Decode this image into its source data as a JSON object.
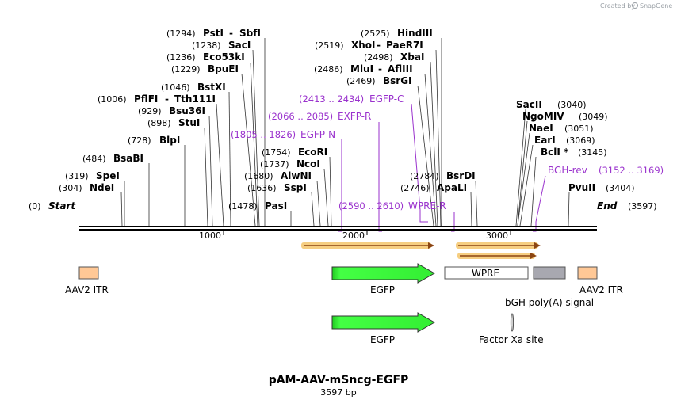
{
  "brand": {
    "prefix": "Created by",
    "name": "SnapGene"
  },
  "map": {
    "title": "pAM-AAV-mSncg-EGFP",
    "length_label": "3597 bp",
    "start": {
      "pos": "(0)",
      "label": "Start"
    },
    "end": {
      "pos": "(3597)",
      "label": "End"
    },
    "ruler": [
      "1000",
      "2000",
      "3000"
    ]
  },
  "sites": [
    {
      "pos": "(1294)",
      "name": "PstI",
      "name2": "SbfI"
    },
    {
      "pos": "(1238)",
      "name": "SacI"
    },
    {
      "pos": "(1236)",
      "name": "Eco53kI"
    },
    {
      "pos": "(1229)",
      "name": "BpuEI"
    },
    {
      "pos": "(1046)",
      "name": "BstXI"
    },
    {
      "pos": "(1006)",
      "name": "PflFI",
      "name2": "Tth111I"
    },
    {
      "pos": "(929)",
      "name": "Bsu36I"
    },
    {
      "pos": "(898)",
      "name": "StuI"
    },
    {
      "pos": "(728)",
      "name": "BlpI"
    },
    {
      "pos": "(484)",
      "name": "BsaBI"
    },
    {
      "pos": "(319)",
      "name": "SpeI"
    },
    {
      "pos": "(304)",
      "name": "NdeI"
    },
    {
      "pos": "(1754)",
      "name": "EcoRI"
    },
    {
      "pos": "(1737)",
      "name": "NcoI"
    },
    {
      "pos": "(1680)",
      "name": "AlwNI"
    },
    {
      "pos": "(1636)",
      "name": "SspI"
    },
    {
      "pos": "(1478)",
      "name": "PasI"
    },
    {
      "pos": "(2525)",
      "name": "HindIII"
    },
    {
      "pos": "(2519)",
      "name": "XhoI",
      "name2": "PaeR7I"
    },
    {
      "pos": "(2498)",
      "name": "XbaI"
    },
    {
      "pos": "(2486)",
      "name": "MluI",
      "name2": "AflIII"
    },
    {
      "pos": "(2469)",
      "name": "BsrGI"
    },
    {
      "pos": "(2784)",
      "name": "BsrDI"
    },
    {
      "pos": "(2746)",
      "name": "ApaLI"
    },
    {
      "pos": "(3040)",
      "name": "SacII"
    },
    {
      "pos": "(3049)",
      "name": "NgoMIV"
    },
    {
      "pos": "(3051)",
      "name": "NaeI"
    },
    {
      "pos": "(3069)",
      "name": "EarI"
    },
    {
      "pos": "(3145)",
      "name": "BclI *"
    },
    {
      "pos": "(3404)",
      "name": "PvuII"
    }
  ],
  "primers": [
    {
      "range": "(2413 .. 2434)",
      "name": "EGFP-C"
    },
    {
      "range": "(2066 .. 2085)",
      "name": "EXFP-R"
    },
    {
      "range": "(1805 .. 1826)",
      "name": "EGFP-N"
    },
    {
      "range": "(2590 .. 2610)",
      "name": "WPRE-R"
    },
    {
      "range": "(3152 .. 3169)",
      "name": "BGH-rev"
    }
  ],
  "features": [
    {
      "name": "AAV2 ITR",
      "color": "#ffc896"
    },
    {
      "name": "EGFP",
      "color": "#33ee33"
    },
    {
      "name": "WPRE",
      "color": "#ffffff"
    },
    {
      "name": "bGH poly(A) signal",
      "color": "#a8a8b0"
    },
    {
      "name": "AAV2 ITR",
      "color": "#ffc896"
    },
    {
      "name": "EGFP",
      "color": "#33ee33"
    },
    {
      "name": "Factor Xa site",
      "color": "#c0c0c0"
    }
  ],
  "colors": {
    "primer": "#9a32cd",
    "orf": "#f5a623",
    "orf_line": "#8b4513"
  }
}
